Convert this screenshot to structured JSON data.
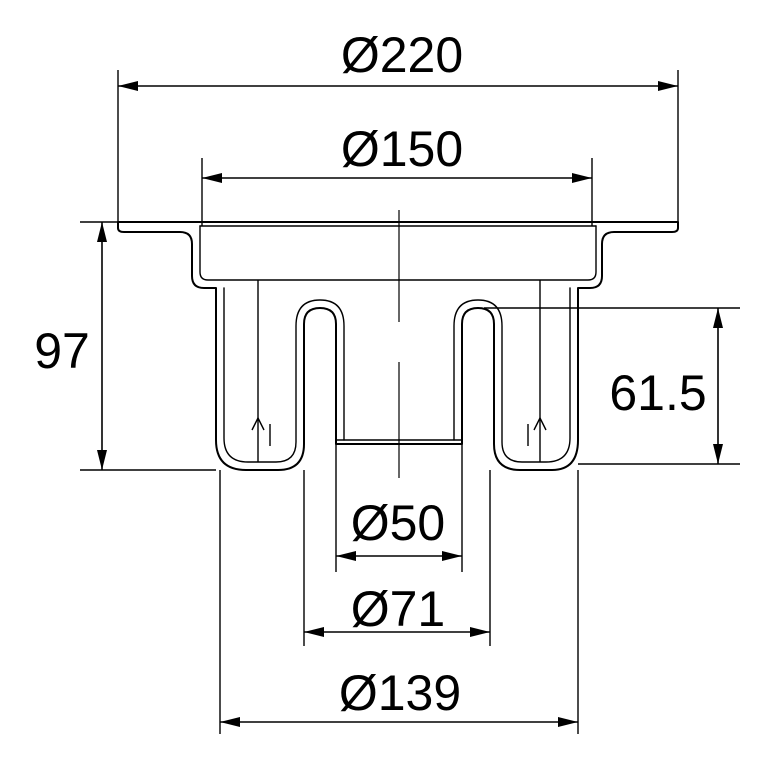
{
  "dimensions": {
    "outer_flange_diameter": "Ø220",
    "top_opening_diameter": "Ø150",
    "total_height": "97",
    "insert_height": "61.5",
    "outlet_inner_diameter": "Ø50",
    "outlet_outer_diameter": "Ø71",
    "body_diameter": "Ø139"
  }
}
